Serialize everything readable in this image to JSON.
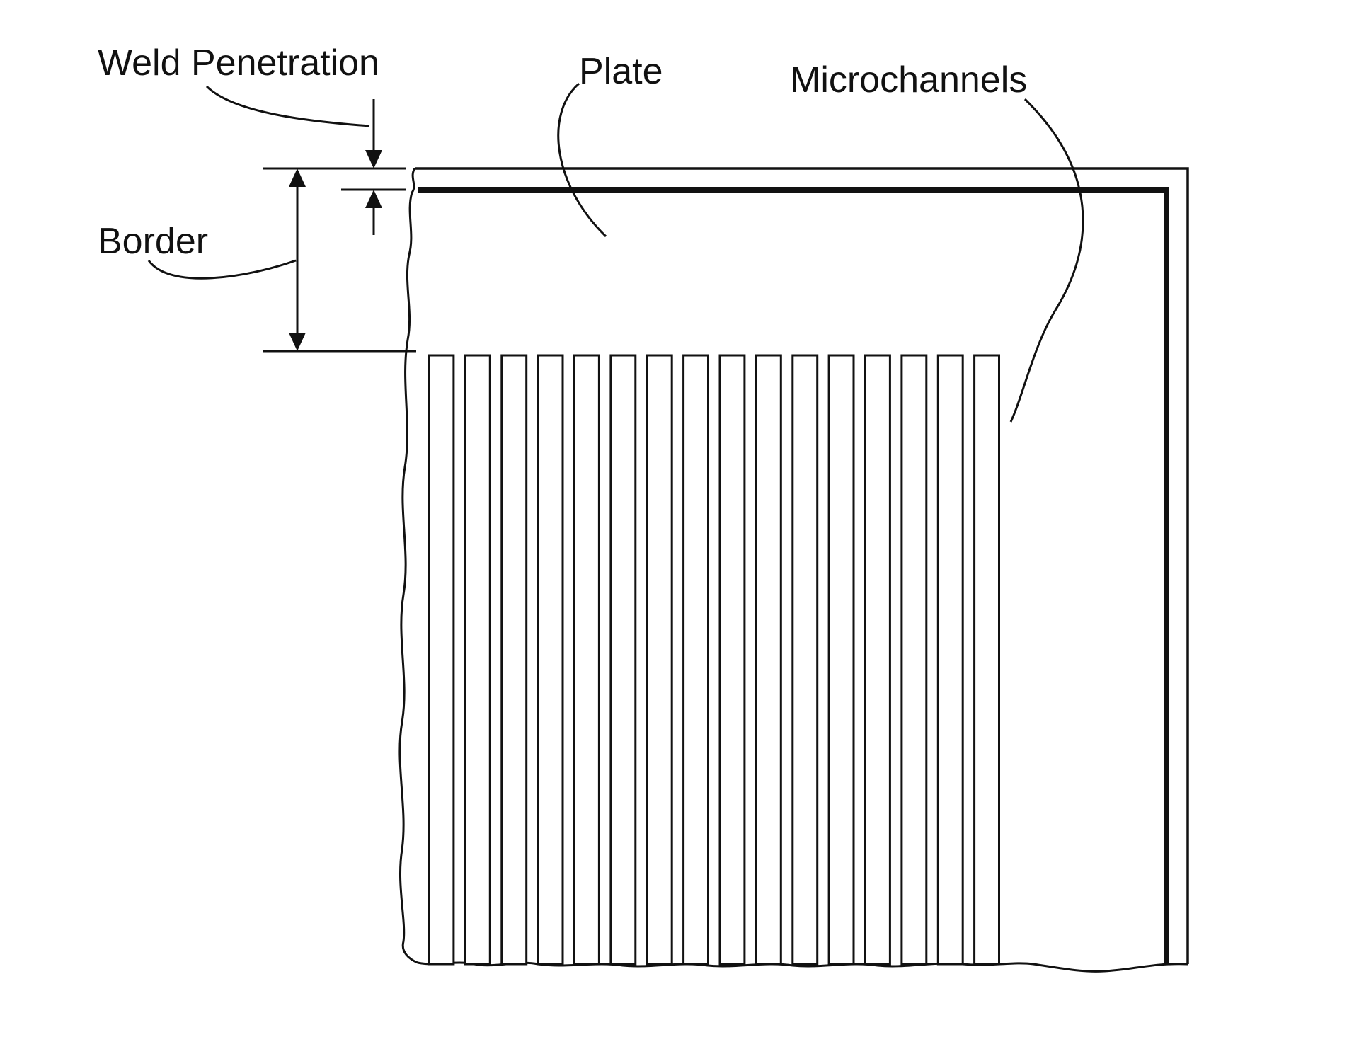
{
  "labels": {
    "weld_penetration": "Weld Penetration",
    "plate": "Plate",
    "microchannels": "Microchannels",
    "border": "Border"
  },
  "microchannel_count": 16,
  "colors": {
    "line": "#111111",
    "background": "#ffffff"
  }
}
